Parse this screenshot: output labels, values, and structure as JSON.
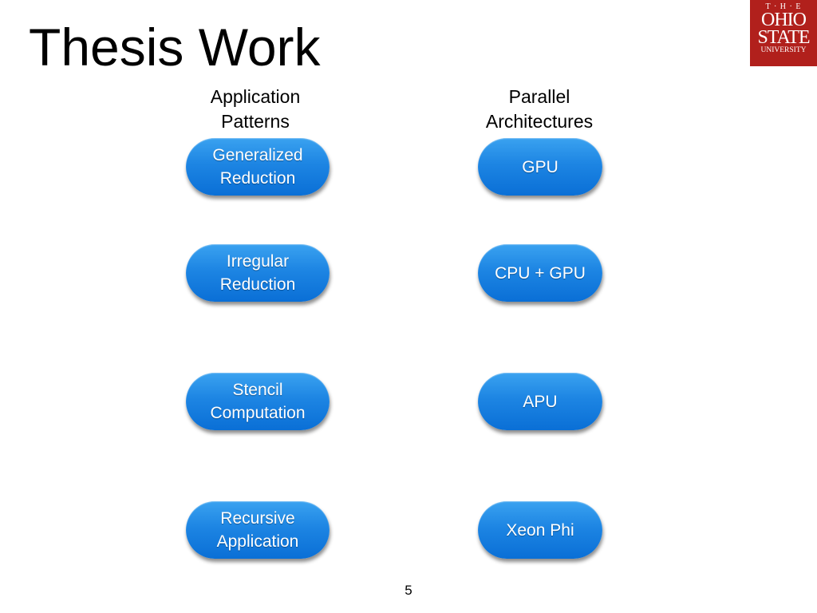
{
  "slide": {
    "title": "Thesis Work",
    "page_number": "5"
  },
  "logo": {
    "line1": "T · H · E",
    "line2": "OHIO",
    "line3": "STATE",
    "line4": "UNIVERSITY"
  },
  "columns": {
    "patterns": {
      "header_line1": "Application",
      "header_line2": "Patterns",
      "items": [
        {
          "line1": "Generalized",
          "line2": "Reduction"
        },
        {
          "line1": "Irregular",
          "line2": "Reduction"
        },
        {
          "line1": "Stencil",
          "line2": "Computation"
        },
        {
          "line1": "Recursive",
          "line2": "Application"
        }
      ]
    },
    "architectures": {
      "header_line1": "Parallel",
      "header_line2": "Architectures",
      "items": [
        {
          "label": "GPU"
        },
        {
          "label": "CPU + GPU"
        },
        {
          "label": "APU"
        },
        {
          "label": "Xeon Phi"
        }
      ]
    }
  },
  "colors": {
    "pill_blue": "#1d85e3",
    "logo_red": "#b1201c"
  }
}
